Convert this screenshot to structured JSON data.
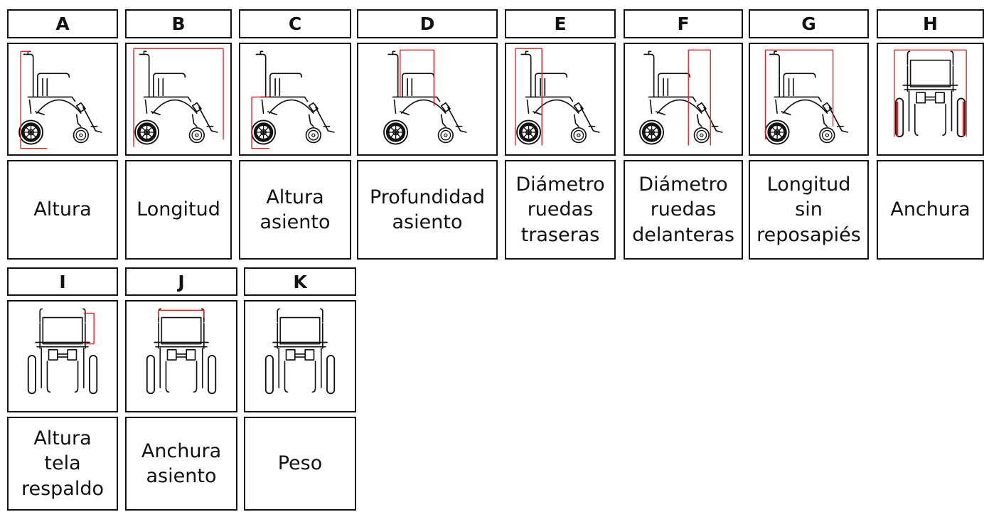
{
  "legend": [
    {
      "key": "A",
      "label_lines": [
        "Altura"
      ],
      "view": "side",
      "marker": "A-height"
    },
    {
      "key": "B",
      "label_lines": [
        "Longitud"
      ],
      "view": "side",
      "marker": "B-length"
    },
    {
      "key": "C",
      "label_lines": [
        "Altura",
        "asiento"
      ],
      "view": "side",
      "marker": "C-seat-height"
    },
    {
      "key": "D",
      "label_lines": [
        "Profundidad",
        "asiento"
      ],
      "view": "side",
      "marker": "D-seat-depth"
    },
    {
      "key": "E",
      "label_lines": [
        "Diámetro",
        "ruedas",
        "traseras"
      ],
      "view": "side",
      "marker": "E-rear-wheel"
    },
    {
      "key": "F",
      "label_lines": [
        "Diámetro",
        "ruedas",
        "delanteras"
      ],
      "view": "side",
      "marker": "F-front-wheel"
    },
    {
      "key": "G",
      "label_lines": [
        "Longitud",
        "sin",
        "reposapiés"
      ],
      "view": "side",
      "marker": "G-length-no-footrest"
    },
    {
      "key": "H",
      "label_lines": [
        "Anchura"
      ],
      "view": "front",
      "marker": "H-width"
    },
    {
      "key": "I",
      "label_lines": [
        "Altura",
        "tela",
        "respaldo"
      ],
      "view": "front",
      "marker": "I-backrest-height"
    },
    {
      "key": "J",
      "label_lines": [
        "Anchura",
        "asiento"
      ],
      "view": "front",
      "marker": "J-seat-width"
    },
    {
      "key": "K",
      "label_lines": [
        "Peso"
      ],
      "view": "front",
      "marker": ""
    }
  ],
  "colors": {
    "measure_line": "#e02020",
    "border": "#111111",
    "drawing": "#111111"
  }
}
